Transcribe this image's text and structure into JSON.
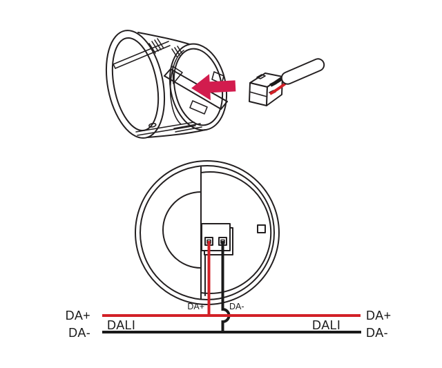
{
  "colors": {
    "wire_red": "#d22027",
    "wire_black": "#1a1a1a",
    "arrow_red": "#d21c4e",
    "line_art": "#231f20"
  },
  "sensor_back": {
    "terminal_plus_label": "DA+",
    "terminal_minus_label": "DA-"
  },
  "bus": {
    "left": {
      "plus": "DA+",
      "minus": "DA-",
      "name": "DALI"
    },
    "right": {
      "plus": "DA+",
      "minus": "DA-",
      "name": "DALI"
    }
  }
}
